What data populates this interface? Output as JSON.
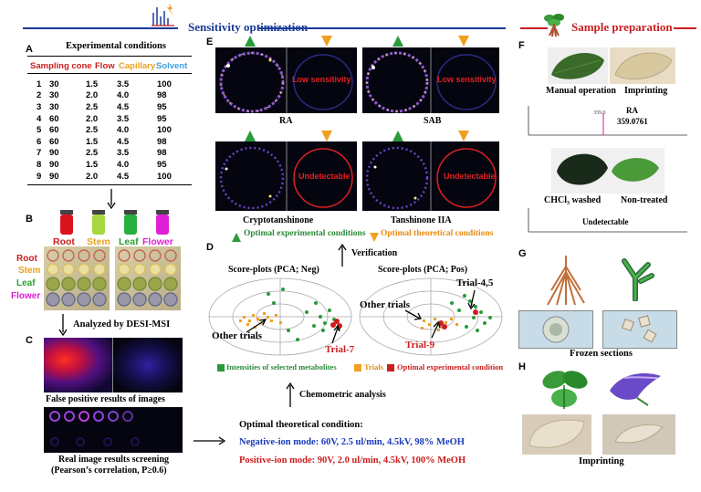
{
  "header": {
    "sensitivity": "Sensitivity optimization",
    "sample_prep": "Sample preparation"
  },
  "panels": {
    "A": "A",
    "B": "B",
    "C": "C",
    "D": "D",
    "E": "E",
    "F": "F",
    "G": "G",
    "H": "H"
  },
  "panelA": {
    "title": "Experimental conditions",
    "columns": [
      "Sampling cone",
      "Flow",
      "Capillary",
      "Solvent"
    ],
    "rows": [
      [
        "1",
        "30",
        "1.5",
        "3.5",
        "100"
      ],
      [
        "2",
        "30",
        "2.0",
        "4.0",
        "98"
      ],
      [
        "3",
        "30",
        "2.5",
        "4.5",
        "95"
      ],
      [
        "4",
        "60",
        "2.0",
        "3.5",
        "95"
      ],
      [
        "5",
        "60",
        "2.5",
        "4.0",
        "100"
      ],
      [
        "6",
        "60",
        "1.5",
        "4.5",
        "98"
      ],
      [
        "7",
        "90",
        "2.5",
        "3.5",
        "98"
      ],
      [
        "8",
        "90",
        "1.5",
        "4.0",
        "95"
      ],
      [
        "9",
        "90",
        "2.0",
        "4.5",
        "100"
      ]
    ],
    "colors": {
      "cone": "#cc1e1e",
      "flow": "#cc1e1e",
      "capillary": "#e8a020",
      "solvent": "#3aa0e0"
    }
  },
  "panelB": {
    "vials": [
      "Root",
      "Stem",
      "Leaf",
      "Flower"
    ],
    "vial_colors": [
      "#d9141e",
      "#a8d840",
      "#28b040",
      "#e020d8"
    ],
    "row_labels": [
      "Root",
      "Stem",
      "Leaf",
      "Flower"
    ],
    "row_colors": [
      "#cc1e1e",
      "#e8a020",
      "#28a030",
      "#e020d8"
    ]
  },
  "panelC": {
    "arrow_text": "Analyzed by DESI-MSI",
    "false_pos": "False positive  results of images",
    "real_1": "Real image  results screening",
    "real_2": "(Pearson’s correlation, P≥0.6)"
  },
  "panelE": {
    "low1": "Low sensitivity",
    "low2": "Low sensitivity",
    "undet1": "Undetectable",
    "undet2": "Undetectable",
    "ra": "RA",
    "sab": "SAB",
    "crypto": "Cryptotanshinone",
    "tanshin": "Tanshinone IIA",
    "legend_green": "Optimal experimental conditions",
    "legend_orange": "Optimal theoretical conditions",
    "verification": "Verification"
  },
  "panelD": {
    "neg_title": "Score-plots  (PCA;  Neg)",
    "pos_title": "Score-plots  (PCA;  Pos)",
    "other1": "Other trials",
    "other2": "Other trials",
    "trial7": "Trial-7",
    "trial9": "Trial-9",
    "trial45": "Trial-4,5",
    "legend": [
      "Intensities of selected metabolites",
      "Trials",
      "Optimal experimental condition"
    ],
    "legend_colors": [
      "#2a9a3a",
      "#f0a020",
      "#cc1e1e"
    ],
    "chemometric": "Chemometric  analysis"
  },
  "optimal": {
    "title": "Optimal  theoretical  condition:",
    "neg": "Negative-ion  mode:  60V,  2.5 ul/min,  4.5kV,  98% MeOH",
    "pos": "Positive-ion  mode:  90V,  2.0 ul/min,  4.5kV,  100% MeOH"
  },
  "panelF": {
    "manual": "Manual  operation",
    "imprinting": "Imprinting",
    "ra": "RA",
    "mz": "359.0761",
    "peak": "359.0",
    "chcl3": "CHCl₃ washed",
    "nontreated": "Non-treated",
    "undetectable": "Undetectable"
  },
  "panelG": {
    "frozen": "Frozen sections"
  },
  "panelH": {
    "imprinting": "Imprinting"
  }
}
